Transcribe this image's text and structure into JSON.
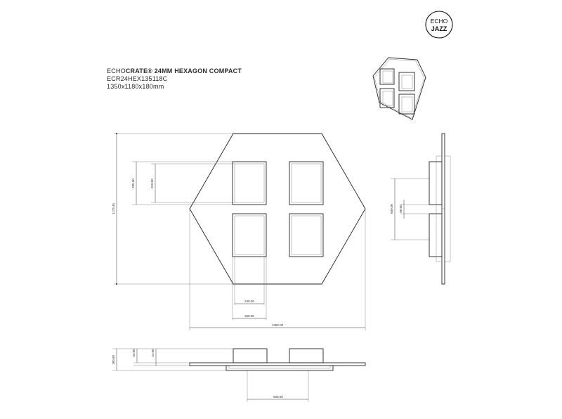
{
  "logo": {
    "line1": "ECHO",
    "line2": "JAZZ"
  },
  "title_block": {
    "brand_light": "ECHO",
    "brand_bold": "CRATE",
    "product_rest": "® 24MM HEXAGON COMPACT",
    "code": "ECR24HEX135118C",
    "size": "1350x1180x180mm"
  },
  "dimensions": {
    "height_total": "1179.45",
    "pocket_height_outer": "330.00",
    "pocket_height_inner": "310.00",
    "pocket_width_inner": "240.00",
    "pocket_width_outer": "260.00",
    "overall_width": "1350.00",
    "side_span": "600.00",
    "side_gap": "86.00",
    "bottom_depth_total": "180.00",
    "bottom_depth_a": "93.00",
    "bottom_depth_b": "24.00",
    "bottom_span": "600.00"
  }
}
